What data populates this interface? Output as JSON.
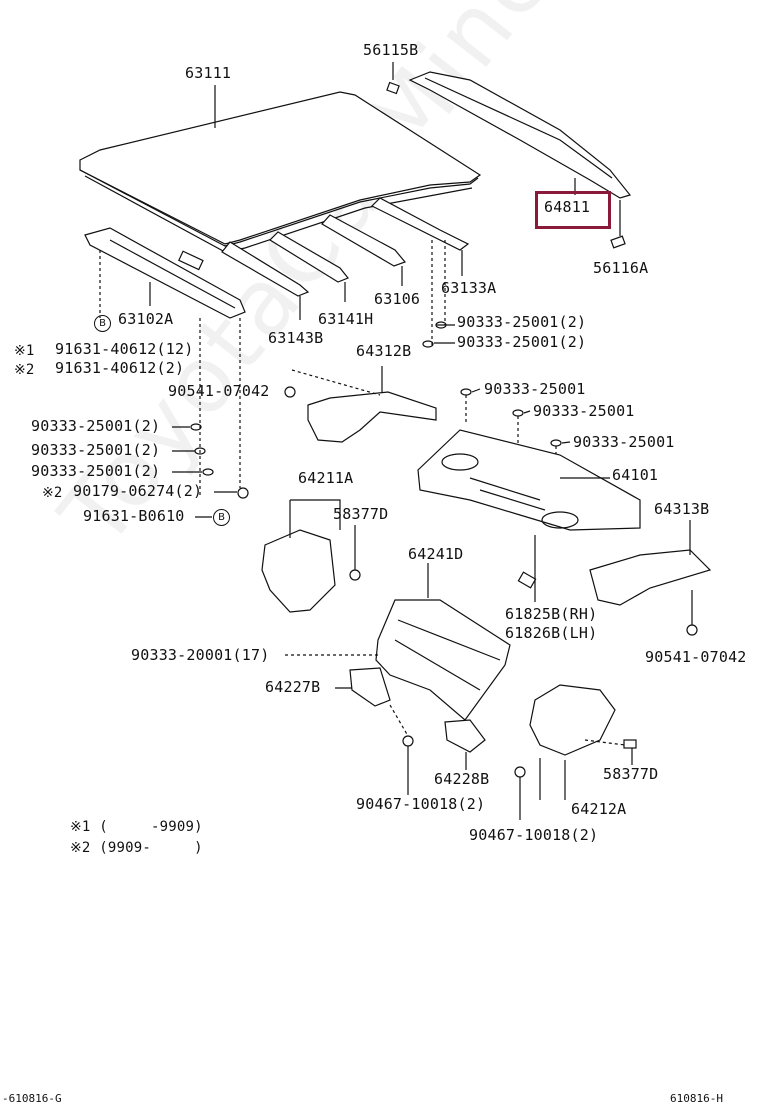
{
  "parts": {
    "p63111": "63111",
    "p56115B": "56115B",
    "p64811": "64811",
    "p56116A": "56116A",
    "p63133A": "63133A",
    "p63106": "63106",
    "p63141H": "63141H",
    "p63143B": "63143B",
    "p63102A": "63102A",
    "p91631_40612_12": "91631-40612(12)",
    "p91631_40612_2": "91631-40612(2)",
    "p90541_07042_a": "90541-07042",
    "p90333_25001_2a": "90333-25001(2)",
    "p90333_25001_2b": "90333-25001(2)",
    "p90333_25001_2c": "90333-25001(2)",
    "p90333_25001_2d": "90333-25001(2)",
    "p90333_25001_2e": "90333-25001(2)",
    "p90179_06274_2": "90179-06274(2)",
    "p91631_B0610": "91631-B0610",
    "p64312B": "64312B",
    "p90333_25001_a": "90333-25001",
    "p90333_25001_b": "90333-25001",
    "p90333_25001_c": "90333-25001",
    "p64101": "64101",
    "p64211A": "64211A",
    "p58377D_a": "58377D",
    "p64241D": "64241D",
    "p64313B": "64313B",
    "p61825B": "61825B(RH)",
    "p61826B": "61826B(LH)",
    "p90541_07042_b": "90541-07042",
    "p90333_20001_17": "90333-20001(17)",
    "p64227B": "64227B",
    "p64228B": "64228B",
    "p58377D_b": "58377D",
    "p64212A": "64212A",
    "p90467_10018_a": "90467-10018(2)",
    "p90467_10018_b": "90467-10018(2)"
  },
  "marks": {
    "note1": "※1",
    "note2": "※2",
    "circle_b": "B"
  },
  "legend": {
    "row1": "※1 (     -9909)",
    "row2": "※2 (9909-     )"
  },
  "footer": {
    "left": "-610816-G",
    "right": "610816-H"
  },
  "watermark": "ToyotaCarMine.ru",
  "colors": {
    "highlight": "#8b1a3a",
    "line": "#111111"
  }
}
